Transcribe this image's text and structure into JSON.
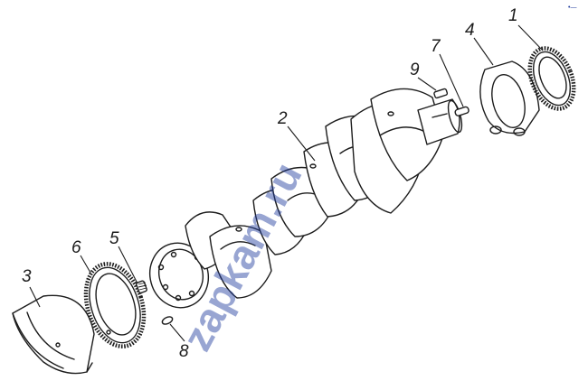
{
  "callouts": [
    {
      "id": "1",
      "text": "1"
    },
    {
      "id": "2",
      "text": "2"
    },
    {
      "id": "3",
      "text": "3"
    },
    {
      "id": "4",
      "text": "4"
    },
    {
      "id": "5",
      "text": "5"
    },
    {
      "id": "6",
      "text": "6"
    },
    {
      "id": "7",
      "text": "7"
    },
    {
      "id": "8",
      "text": "8"
    },
    {
      "id": "9",
      "text": "9"
    }
  ],
  "watermark": "zapkam.ru",
  "corner_mark": "•—",
  "colors": {
    "ink": "#1c1c1c",
    "watermark": "#1d3a9c",
    "background": "#ffffff"
  }
}
